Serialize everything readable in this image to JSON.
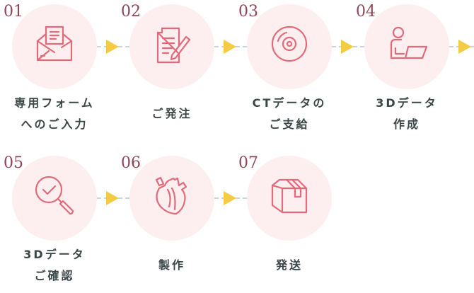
{
  "steps": [
    {
      "number": "01",
      "icon": "envelope-icon",
      "lines": [
        "専用フォーム",
        "へのご入力"
      ]
    },
    {
      "number": "02",
      "icon": "document-pen-icon",
      "lines": [
        "ご発注"
      ]
    },
    {
      "number": "03",
      "icon": "disc-icon",
      "lines": [
        "CTデータの",
        "ご支給"
      ]
    },
    {
      "number": "04",
      "icon": "laptop-user-icon",
      "lines": [
        "3Dデータ",
        "作成"
      ]
    },
    {
      "number": "05",
      "icon": "magnifier-check-icon",
      "lines": [
        "3Dデータ",
        "ご確認"
      ]
    },
    {
      "number": "06",
      "icon": "heart-organ-icon",
      "lines": [
        "製作"
      ]
    },
    {
      "number": "07",
      "icon": "box-icon",
      "lines": [
        "発送"
      ]
    }
  ],
  "colors": {
    "circle": "#fdeff0",
    "icon": "#e16b7b",
    "number": "#8e4656",
    "arrow": "#f3cb45",
    "dash": "#c9d6dc",
    "text": "#3b4646"
  }
}
